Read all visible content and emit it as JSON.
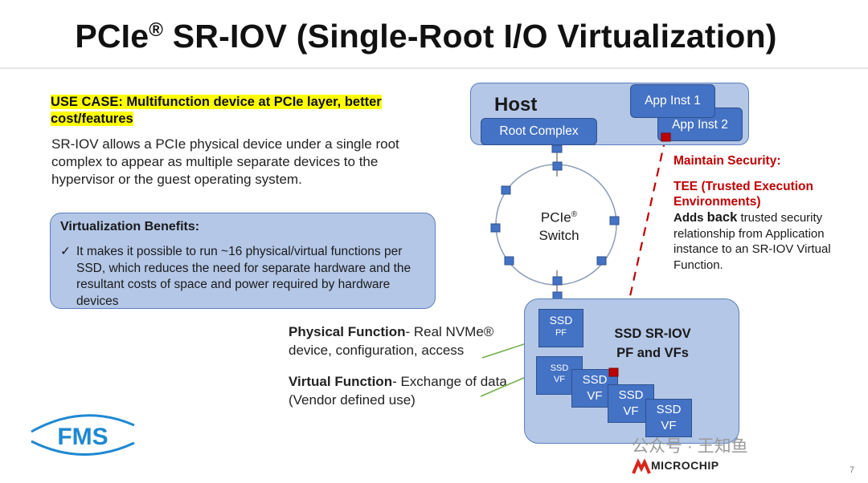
{
  "slide": {
    "title_pre": "PCIe",
    "title_reg": "®",
    "title_post": " SR-IOV (Single-Root I/O Virtualization)",
    "page_number": "7"
  },
  "use_case": {
    "label": "USE CASE: Multifunction device at PCIe layer, better cost/features",
    "description": "SR-IOV allows a PCIe physical device under a single root complex to appear as multiple separate devices to the hypervisor or the guest operating system."
  },
  "benefits": {
    "title": "Virtualization Benefits:",
    "check": "✓",
    "text": "It makes it possible to run ~16 physical/virtual functions per SSD, which reduces the need for separate hardware and the resultant costs of space and power required by hardware devices"
  },
  "physical_function": {
    "term": "Physical Function",
    "definition": "- Real NVMe® device, configuration, access"
  },
  "virtual_function": {
    "term": "Virtual Function",
    "definition": "- Exchange of data (Vendor defined use)"
  },
  "host": {
    "label": "Host",
    "root_complex": "Root Complex",
    "app1": "App Inst 1",
    "app2": "App Inst 2"
  },
  "switch": {
    "line1": "PCIe",
    "reg": "®",
    "line2": "Switch"
  },
  "security": {
    "title": "Maintain Security:",
    "tee": "TEE (Trusted Execution Environments)",
    "adds": "Adds ",
    "back": "back",
    "rest": " trusted security relationship from Application instance to an SR-IOV Virtual Function."
  },
  "ssd_group": {
    "title_line1": "SSD SR-IOV",
    "title_line2": "PF and VFs",
    "pf_line1": "SSD",
    "pf_line2": "PF",
    "vf_small_line1": "SSD",
    "vf_small_line2": "VF",
    "vf_line1": "SSD",
    "vf_line2": "VF"
  },
  "branding": {
    "fms": "FMS",
    "microchip": "MICROCHIP",
    "watermark": "公众号 · 王知鱼"
  },
  "colors": {
    "highlight": "#ffff00",
    "box_fill": "#b4c7e7",
    "device_fill": "#4472c4",
    "security_red": "#c00000",
    "connector_green": "#70ad47",
    "fms_blue": "#1e88d2"
  }
}
